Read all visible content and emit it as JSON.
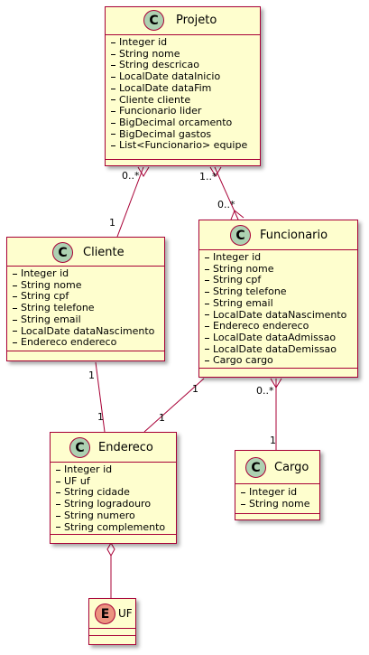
{
  "classes": {
    "projeto": {
      "name": "Projeto",
      "stereotype": "C",
      "attributes": [
        "Integer id",
        "String nome",
        "String descricao",
        "LocalDate dataInicio",
        "LocalDate dataFim",
        "Cliente cliente",
        "Funcionario lider",
        "BigDecimal orcamento",
        "BigDecimal gastos",
        "List<Funcionario> equipe"
      ]
    },
    "cliente": {
      "name": "Cliente",
      "stereotype": "C",
      "attributes": [
        "Integer id",
        "String nome",
        "String cpf",
        "String telefone",
        "String email",
        "LocalDate dataNascimento",
        "Endereco endereco"
      ]
    },
    "funcionario": {
      "name": "Funcionario",
      "stereotype": "C",
      "attributes": [
        "Integer id",
        "String nome",
        "String cpf",
        "String telefone",
        "String email",
        "LocalDate dataNascimento",
        "Endereco endereco",
        "LocalDate dataAdmissao",
        "LocalDate dataDemissao",
        "Cargo cargo"
      ]
    },
    "endereco": {
      "name": "Endereco",
      "stereotype": "C",
      "attributes": [
        "Integer id",
        "UF uf",
        "String cidade",
        "String logradouro",
        "String numero",
        "String complemento"
      ]
    },
    "cargo": {
      "name": "Cargo",
      "stereotype": "C",
      "attributes": [
        "Integer id",
        "String nome"
      ]
    },
    "uf": {
      "name": "UF",
      "stereotype": "E",
      "attributes": []
    }
  },
  "multiplicities": {
    "projeto_cliente_src": "0..*",
    "projeto_cliente_dst": "1",
    "projeto_funcionario_src": "1..*",
    "projeto_funcionario_dst": "0..*",
    "cliente_endereco_src": "1",
    "cliente_endereco_dst": "1",
    "funcionario_endereco_src": "1",
    "funcionario_endereco_dst": "1",
    "funcionario_cargo_src": "0..*",
    "funcionario_cargo_dst": "1"
  },
  "colors": {
    "class_fill": "#FEFECE",
    "border": "#A80036",
    "class_badge": "#ADD1B2",
    "enum_badge": "#EB937F"
  }
}
